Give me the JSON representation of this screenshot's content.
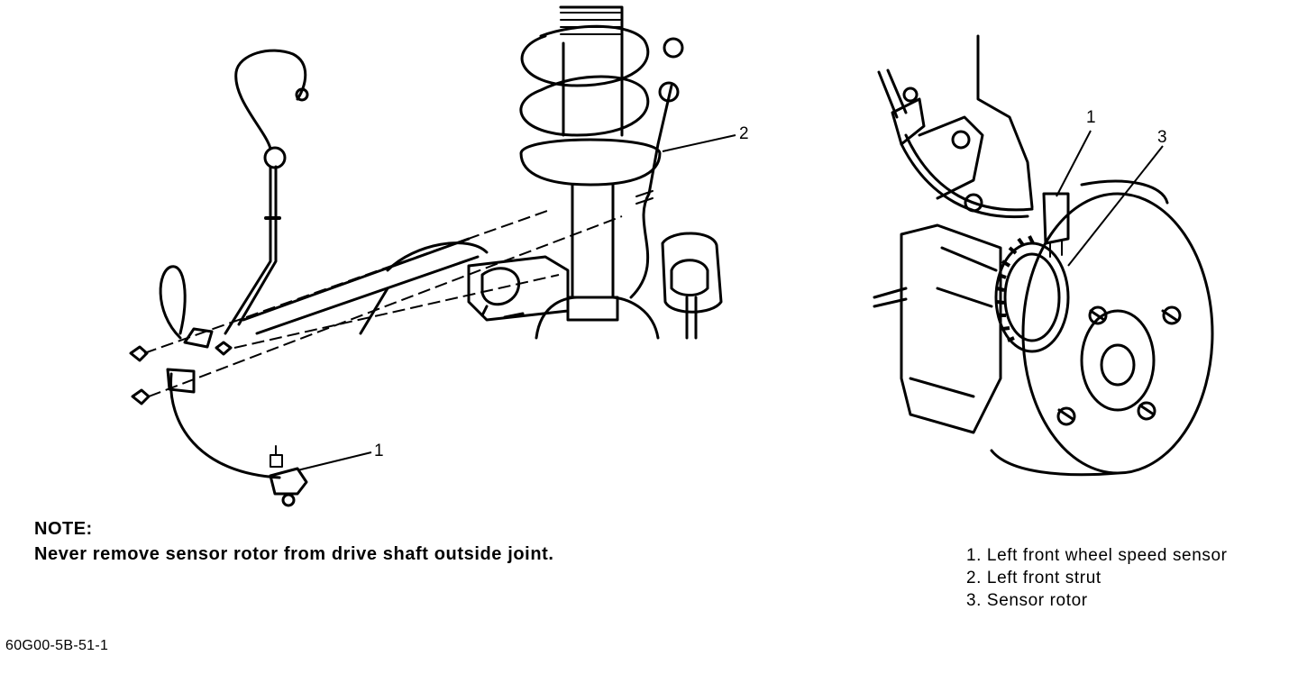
{
  "callouts": {
    "left_sensor": "1",
    "left_strut": "2",
    "right_sensor": "1",
    "right_rotor": "3"
  },
  "note": {
    "heading": "NOTE:",
    "text": "Never remove sensor rotor from drive shaft outside joint."
  },
  "legend": {
    "items": [
      "1. Left front wheel speed sensor",
      "2. Left front strut",
      "3. Sensor rotor"
    ]
  },
  "figure_code": "60G00-5B-51-1"
}
